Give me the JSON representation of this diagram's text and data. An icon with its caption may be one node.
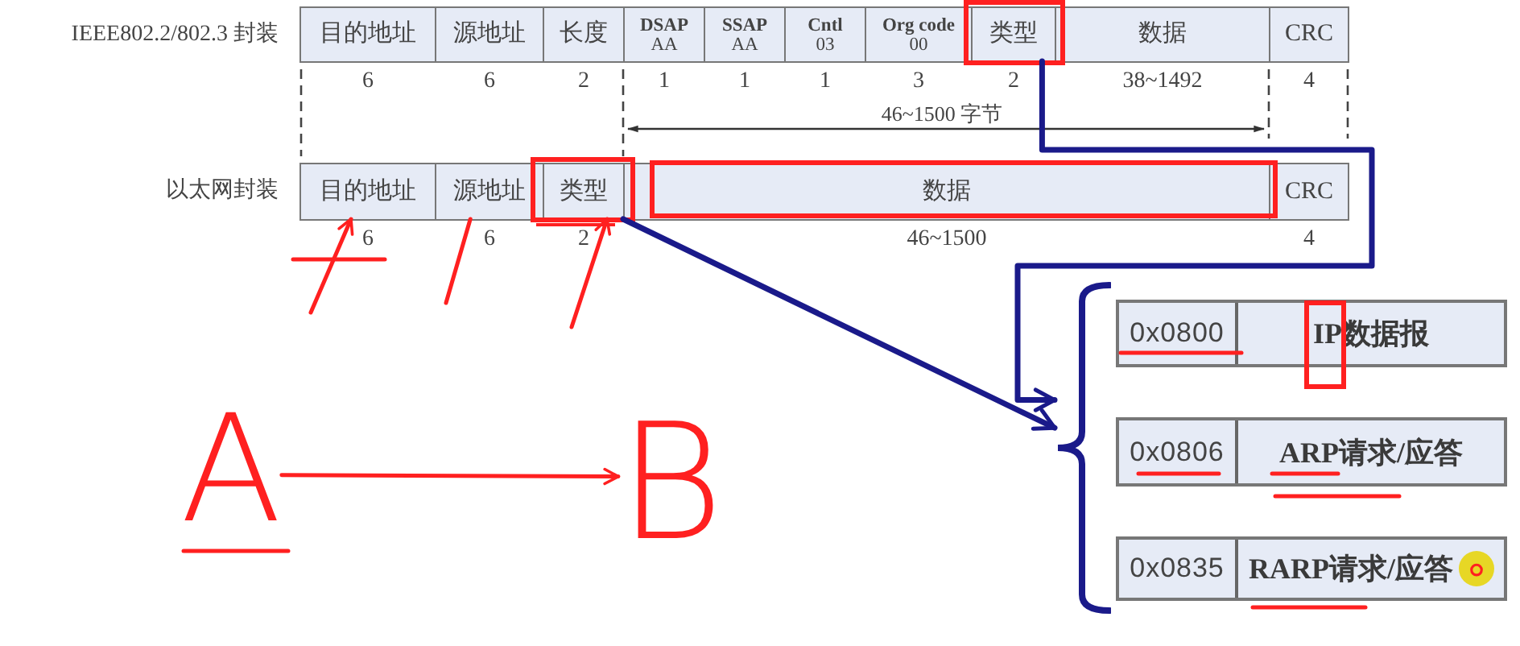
{
  "diagram": {
    "nodes": [
      {
        "text": [
          "IEEE802.2/802.3 封装"
        ]
      },
      {
        "text": [
          "目的地址"
        ],
        "in": 0,
        "beside": [
          "6"
        ]
      },
      {
        "text": [
          "源地址"
        ],
        "in": 0,
        "beside": [
          "6"
        ]
      },
      {
        "text": [
          "长度"
        ],
        "in": 0,
        "beside": [
          "2"
        ]
      },
      {
        "text": [
          "DSAP",
          "AA"
        ],
        "in": 0,
        "beside": [
          "1"
        ]
      },
      {
        "text": [
          "SSAP",
          "AA"
        ],
        "in": 0,
        "beside": [
          "1"
        ]
      },
      {
        "text": [
          "Cntl",
          "03"
        ],
        "in": 0,
        "beside": [
          "1"
        ]
      },
      {
        "text": [
          "Org code",
          "00"
        ],
        "in": 0,
        "beside": [
          "3"
        ]
      },
      {
        "text": [
          "类型"
        ],
        "in": 0,
        "beside": [
          "2"
        ]
      },
      {
        "text": [
          "数据"
        ],
        "in": 0,
        "beside": [
          "38~1492"
        ]
      },
      {
        "text": [
          "CRC"
        ],
        "in": 0,
        "beside": [
          "4"
        ]
      },
      {
        "text": [
          "以太网封装"
        ]
      },
      {
        "text": [
          "目的地址"
        ],
        "in": 11,
        "beside": [
          "6"
        ]
      },
      {
        "text": [
          "源地址"
        ],
        "in": 11,
        "beside": [
          "6"
        ]
      },
      {
        "text": [
          "类型"
        ],
        "in": 11,
        "beside": [
          "2"
        ]
      },
      {
        "text": [
          "数据"
        ],
        "in": 11,
        "beside": [
          "46~1500"
        ]
      },
      {
        "text": [
          "CRC"
        ],
        "in": 11,
        "beside": [
          "4"
        ]
      },
      {
        "text": [],
        "shape": "bracket"
      },
      {
        "text": [
          "0x0800",
          "IP数据报"
        ]
      },
      {
        "text": [
          "0x0806",
          "ARP请求/应答"
        ]
      },
      {
        "text": [
          "0x0835",
          "RARP请求/应答"
        ]
      },
      {
        "text": [
          "A"
        ]
      },
      {
        "text": [
          "B"
        ]
      }
    ],
    "edges": [
      {
        "from": 8,
        "to": 17,
        "arrow": "to",
        "color": "#1a1a8a"
      },
      {
        "from": 14,
        "to": 17,
        "arrow": "to",
        "color": "#1a1a8a"
      },
      {
        "from": null,
        "to": 12,
        "arrow": "to"
      },
      {
        "from": null,
        "to": 13,
        "arrow": "none"
      },
      {
        "from": null,
        "to": 14,
        "arrow": "to"
      },
      {
        "from": 21,
        "to": 22,
        "arrow": "to"
      }
    ],
    "labels": [
      "46~1500 字节"
    ]
  }
}
